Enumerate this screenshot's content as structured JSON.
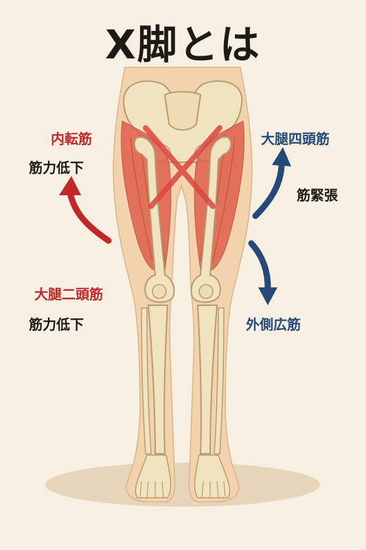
{
  "title": "X脚とは",
  "labels": {
    "adductor": "内転筋",
    "adductor_status": "筋力低下",
    "quadriceps": "大腿四頭筋",
    "quadriceps_status": "筋緊張",
    "biceps_femoris": "大腿二頭筋",
    "biceps_femoris_status": "筋力低下",
    "vastus_lateralis": "外側広筋"
  },
  "colors": {
    "weak": "#c0282a",
    "tense": "#264a78",
    "skin": "#f3d3ad",
    "bone": "#f2e3c0",
    "muscle": "#e0614e"
  }
}
